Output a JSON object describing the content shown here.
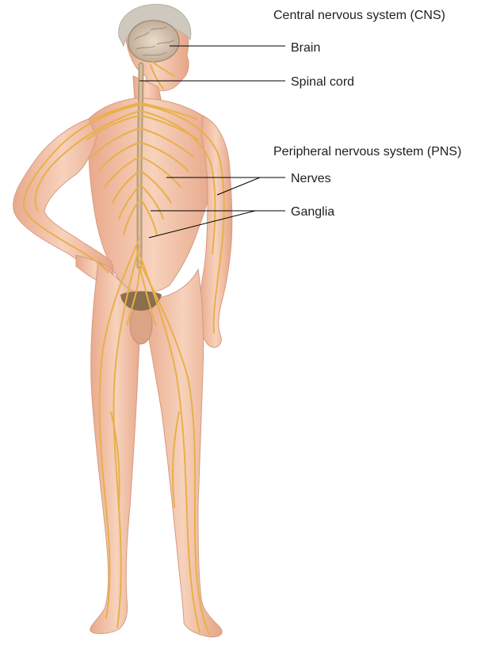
{
  "diagram": {
    "systems": [
      {
        "heading": "Central nervous system (CNS)",
        "labels": [
          "Brain",
          "Spinal cord"
        ]
      },
      {
        "heading": "Peripheral nervous system (PNS)",
        "labels": [
          "Nerves",
          "Ganglia"
        ]
      }
    ]
  },
  "colors": {
    "skin": "#f2c2a4",
    "skin_shadow": "#d9937a",
    "nerve": "#e8b04a",
    "spinal_cord": "#b89a78",
    "brain": "#d9c8b8",
    "hair": "#c9c4bd",
    "leader_line": "#000000"
  }
}
